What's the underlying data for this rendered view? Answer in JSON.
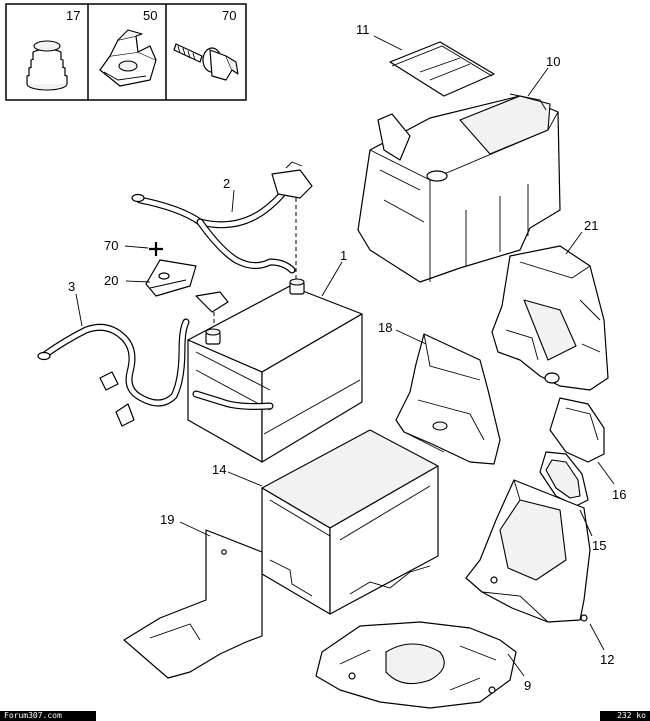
{
  "legend": {
    "items": [
      {
        "number": "17",
        "icon": "grommet-icon"
      },
      {
        "number": "50",
        "icon": "clip-icon"
      },
      {
        "number": "70",
        "icon": "bolt-icon"
      }
    ]
  },
  "callouts": {
    "c1": "1",
    "c2": "2",
    "c3": "3",
    "c9": "9",
    "c10": "10",
    "c11": "11",
    "c12": "12",
    "c14": "14",
    "c15": "15",
    "c16": "16",
    "c18": "18",
    "c19": "19",
    "c20": "20",
    "c21": "21",
    "c70": "70"
  },
  "footer": {
    "left": "Forum307.com",
    "right": "232 ko"
  }
}
